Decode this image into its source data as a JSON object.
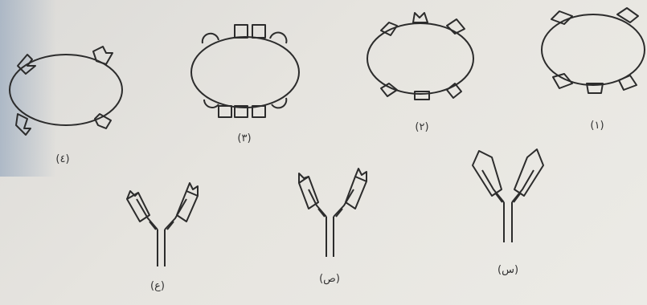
{
  "figure": {
    "cells": [
      {
        "id": "cell-4",
        "label": "(٤)"
      },
      {
        "id": "cell-3",
        "label": "(٣)"
      },
      {
        "id": "cell-2",
        "label": "(٢)"
      },
      {
        "id": "cell-1",
        "label": "(١)"
      }
    ],
    "antibodies": [
      {
        "id": "antibody-ain",
        "label": "(ع)"
      },
      {
        "id": "antibody-sad",
        "label": "(ص)"
      },
      {
        "id": "antibody-sin",
        "label": "(س)"
      }
    ],
    "colors": {
      "ink": "#2c2c2c",
      "paper": "#e6e4df"
    }
  }
}
